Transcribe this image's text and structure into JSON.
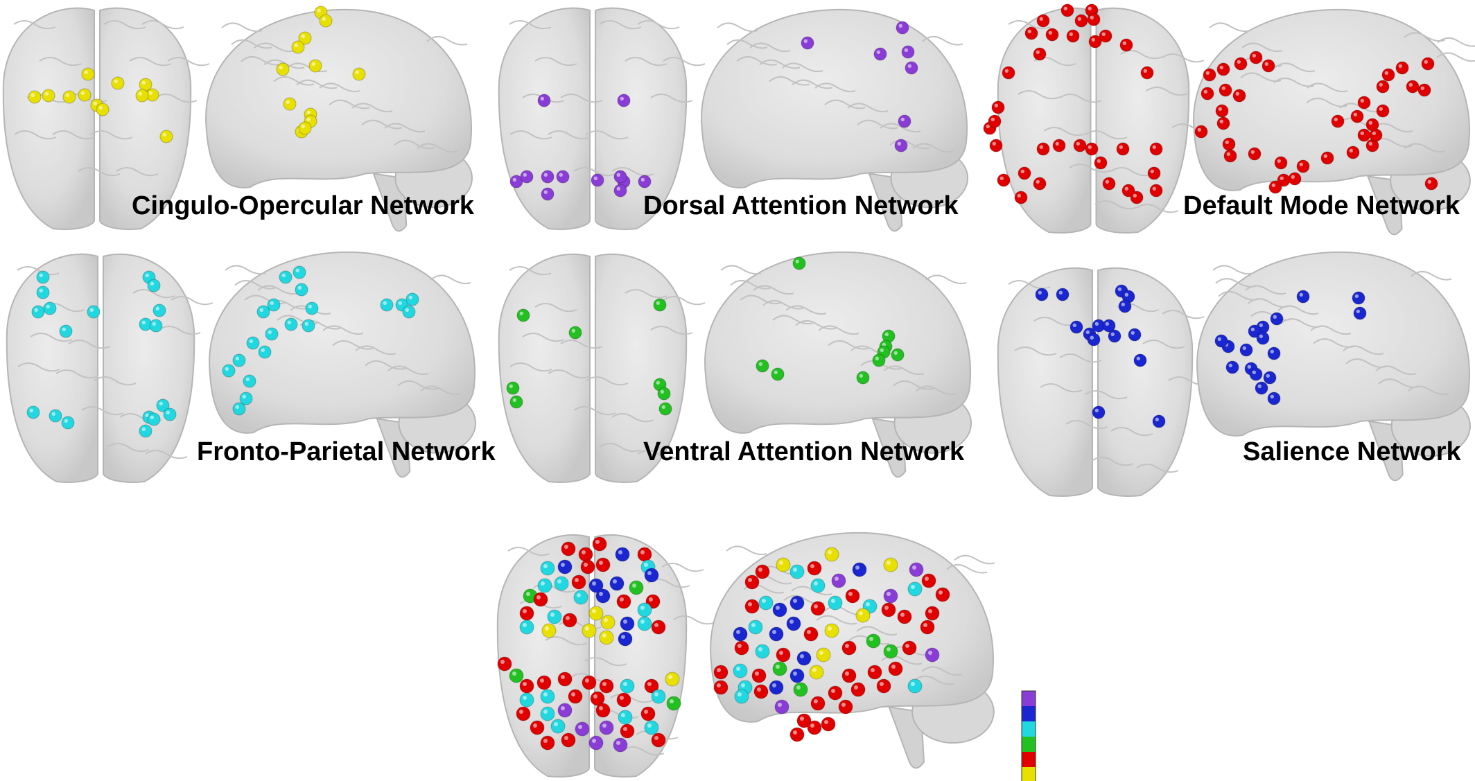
{
  "networks": [
    {
      "id": "co",
      "label": "Cingulo-Opercular Network",
      "color": "#e8e000"
    },
    {
      "id": "da",
      "label": "Dorsal Attention Network",
      "color": "#8a3cd6"
    },
    {
      "id": "dmn",
      "label": "Default Mode Network",
      "color": "#e00000"
    },
    {
      "id": "fp",
      "label": "Fronto-Parietal Network",
      "color": "#22d8e0"
    },
    {
      "id": "va",
      "label": "Ventral Attention Network",
      "color": "#22c020"
    },
    {
      "id": "sal",
      "label": "Salience Network",
      "color": "#1a26d0"
    }
  ],
  "colorbar": {
    "swatches": [
      {
        "color": "#8a3cd6"
      },
      {
        "color": "#1a26d0"
      },
      {
        "color": "#22d8e0"
      },
      {
        "color": "#22c020"
      },
      {
        "color": "#e00000"
      },
      {
        "color": "#e8e000"
      }
    ]
  }
}
